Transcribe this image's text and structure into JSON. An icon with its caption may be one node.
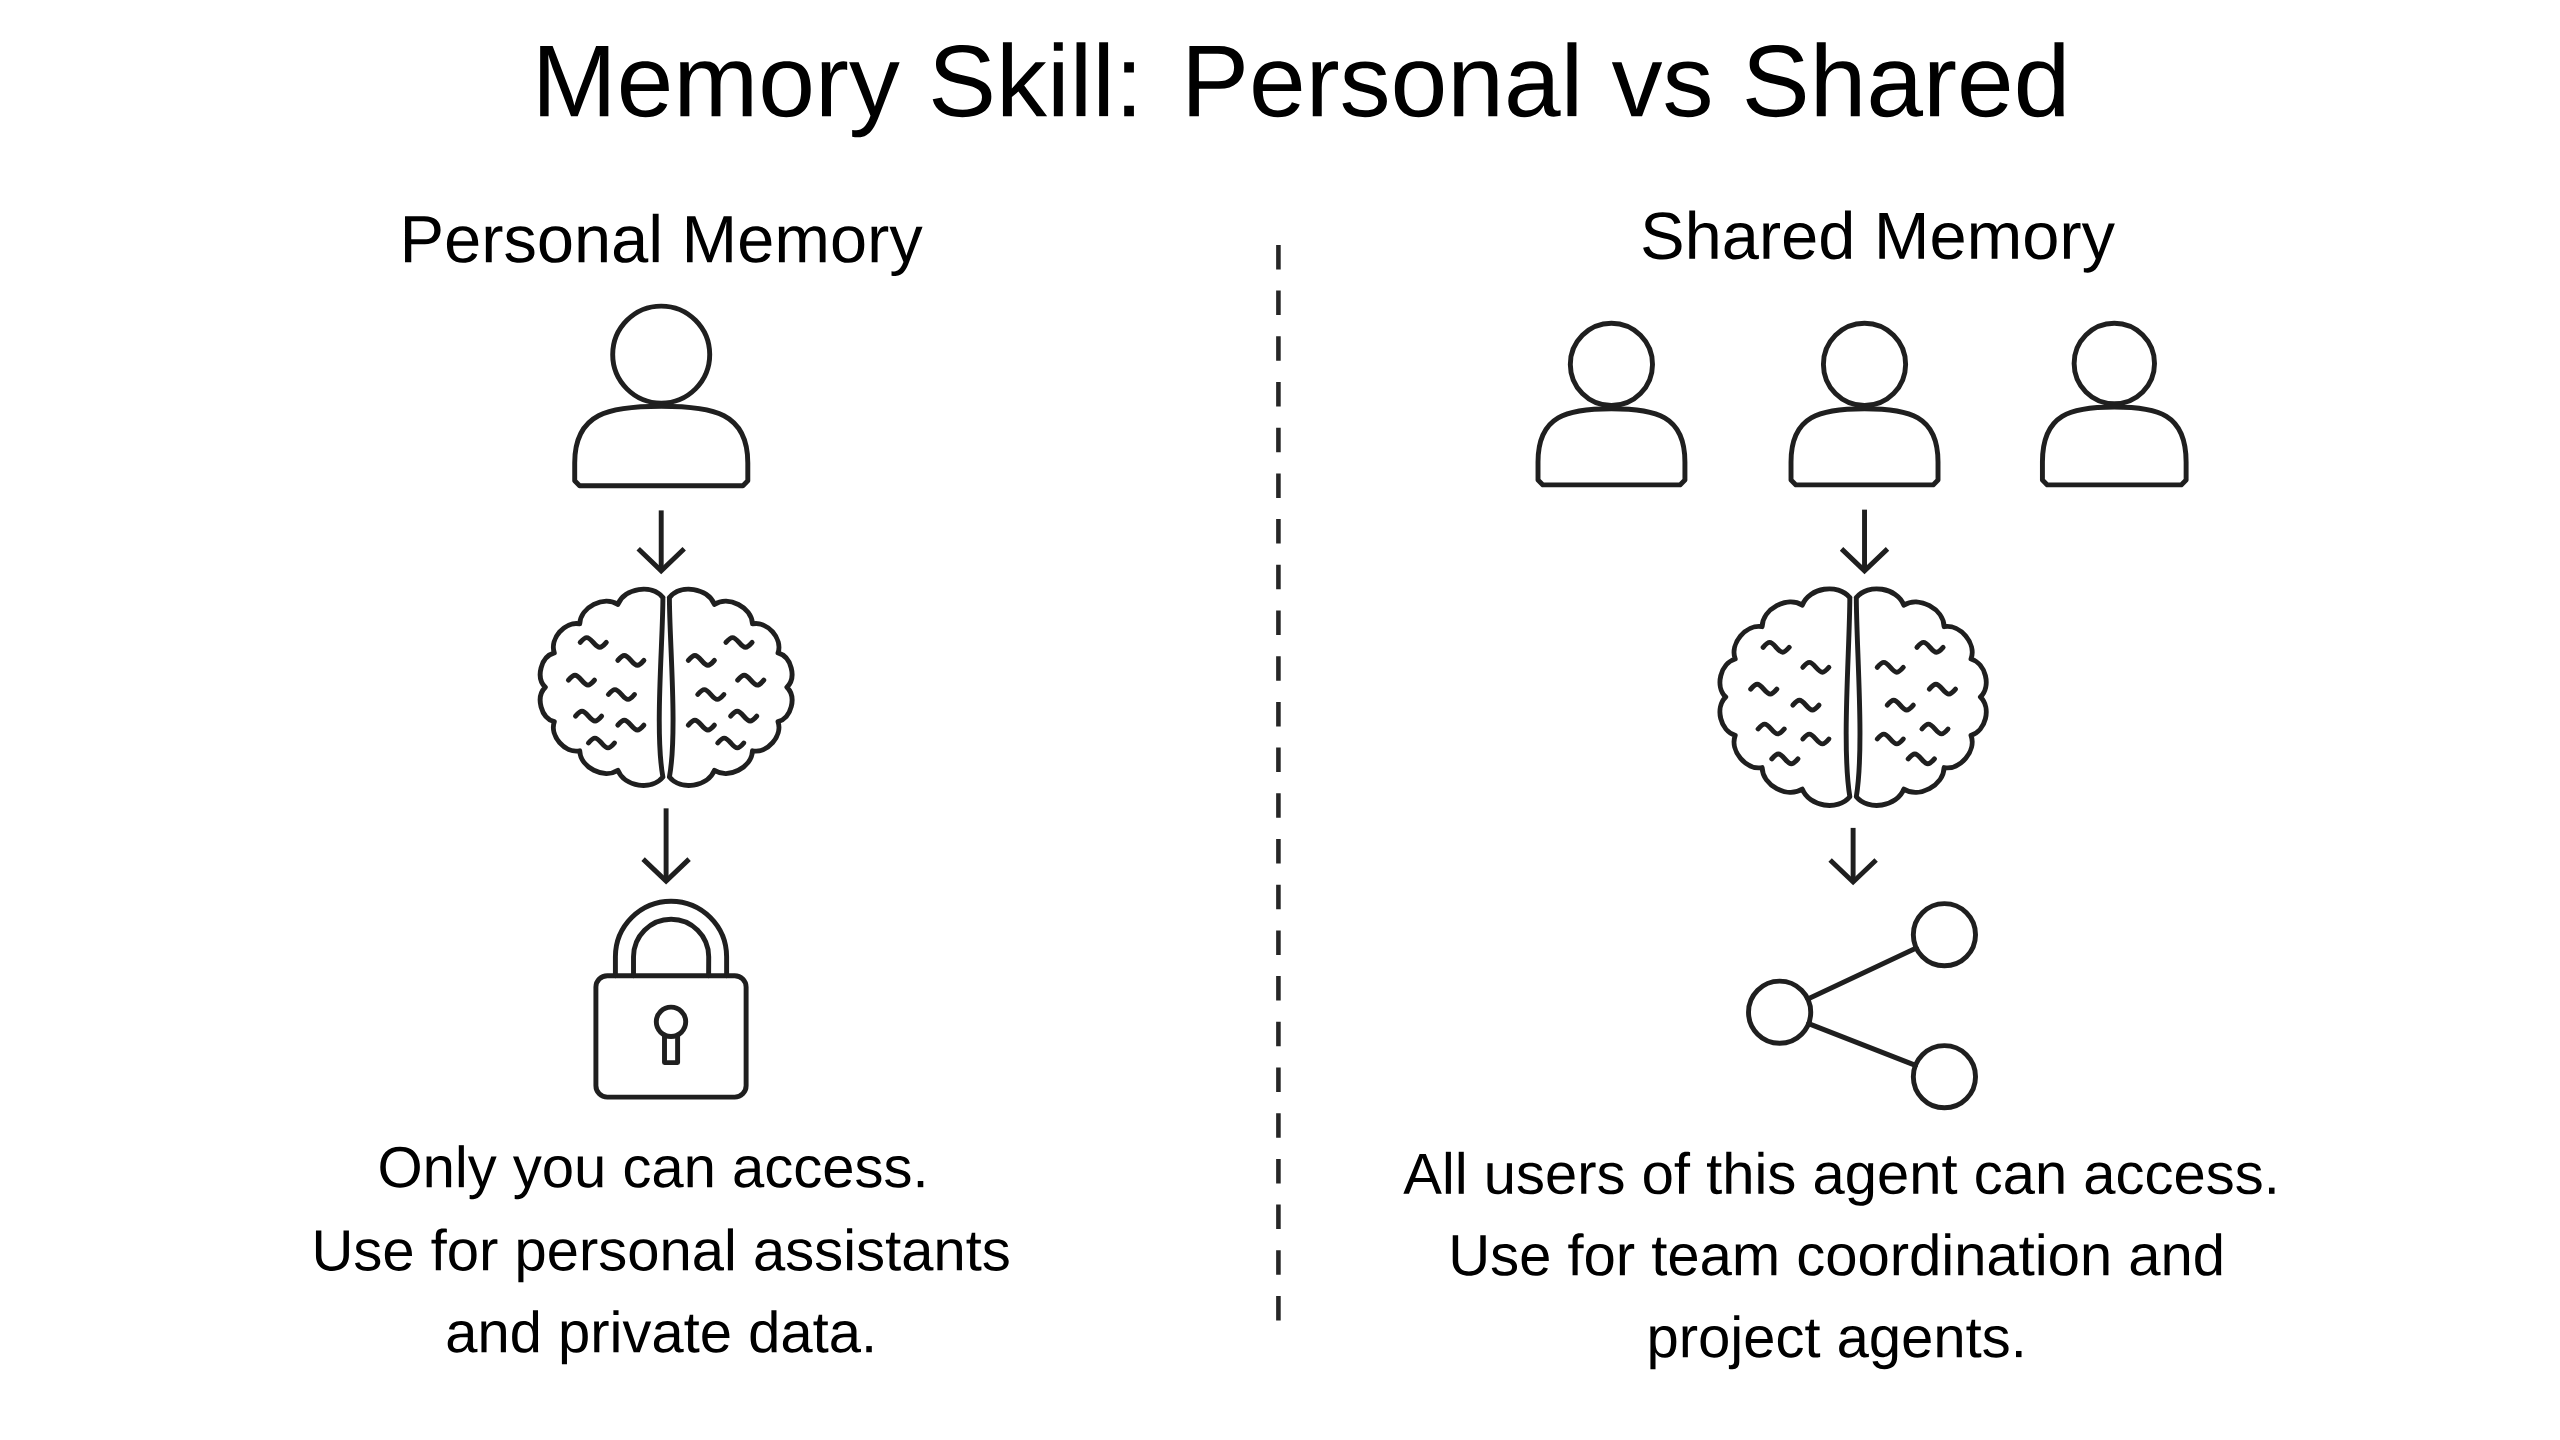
{
  "diagram": {
    "title": "Memory Skill: Personal vs Shared",
    "nodes": [
      {
        "text": [],
        "shape": "person"
      },
      {
        "text": [],
        "shape": "brain"
      },
      {
        "text": [],
        "shape": "lock"
      },
      {
        "text": [],
        "shape": "person"
      },
      {
        "text": [],
        "shape": "person"
      },
      {
        "text": [],
        "shape": "person"
      },
      {
        "text": [],
        "shape": "brain"
      },
      {
        "text": [],
        "shape": "network"
      }
    ],
    "edges": [
      {
        "from": 0,
        "to": 1,
        "arrow": "to"
      },
      {
        "from": 1,
        "to": 2,
        "arrow": "to"
      },
      {
        "from": 4,
        "to": 6,
        "arrow": "to"
      },
      {
        "from": 6,
        "to": 7,
        "arrow": "to"
      }
    ],
    "labels": [
      "Personal Memory",
      "Shared Memory",
      "Only you can access.",
      "Use for personal assistants and private data.",
      "All users of this agent can access.",
      "Use for team coordination and project agents."
    ]
  }
}
